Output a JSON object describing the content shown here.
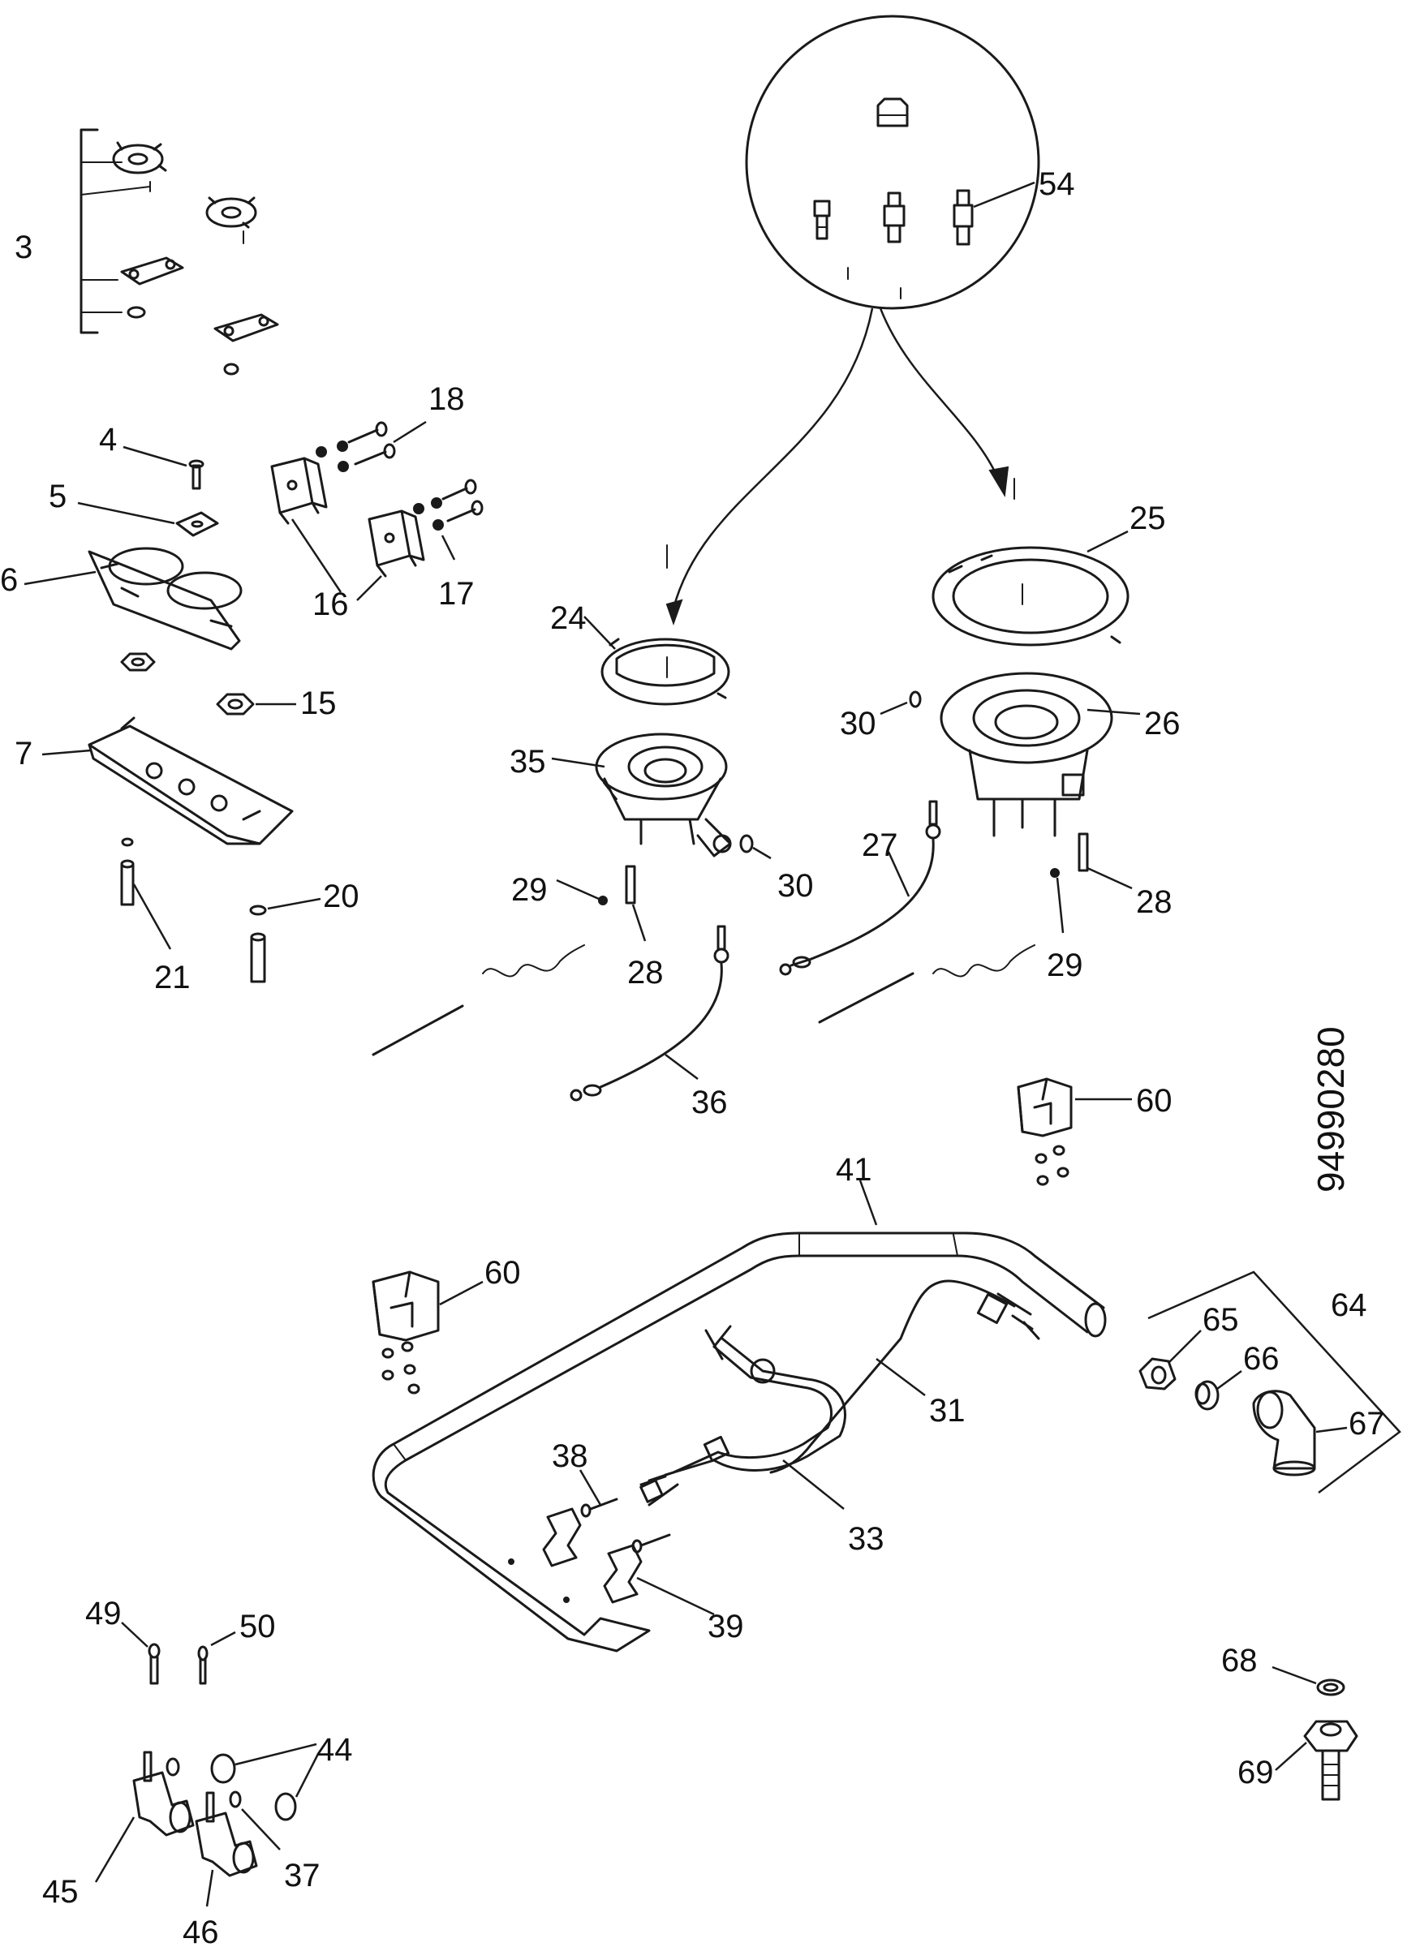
{
  "diagram": {
    "drawing_code": "94990280",
    "labels": [
      {
        "id": "l3",
        "text": "3"
      },
      {
        "id": "l4",
        "text": "4"
      },
      {
        "id": "l5",
        "text": "5"
      },
      {
        "id": "l6",
        "text": "6"
      },
      {
        "id": "l7",
        "text": "7"
      },
      {
        "id": "l15",
        "text": "15"
      },
      {
        "id": "l16",
        "text": "16"
      },
      {
        "id": "l17",
        "text": "17"
      },
      {
        "id": "l18",
        "text": "18"
      },
      {
        "id": "l20",
        "text": "20"
      },
      {
        "id": "l21",
        "text": "21"
      },
      {
        "id": "l24",
        "text": "24"
      },
      {
        "id": "l25",
        "text": "25"
      },
      {
        "id": "l26",
        "text": "26"
      },
      {
        "id": "l27",
        "text": "27"
      },
      {
        "id": "l28a",
        "text": "28"
      },
      {
        "id": "l28b",
        "text": "28"
      },
      {
        "id": "l29a",
        "text": "29"
      },
      {
        "id": "l29b",
        "text": "29"
      },
      {
        "id": "l30a",
        "text": "30"
      },
      {
        "id": "l30b",
        "text": "30"
      },
      {
        "id": "l31",
        "text": "31"
      },
      {
        "id": "l33",
        "text": "33"
      },
      {
        "id": "l35",
        "text": "35"
      },
      {
        "id": "l36",
        "text": "36"
      },
      {
        "id": "l37",
        "text": "37"
      },
      {
        "id": "l38",
        "text": "38"
      },
      {
        "id": "l39",
        "text": "39"
      },
      {
        "id": "l41",
        "text": "41"
      },
      {
        "id": "l44",
        "text": "44"
      },
      {
        "id": "l45",
        "text": "45"
      },
      {
        "id": "l46",
        "text": "46"
      },
      {
        "id": "l49",
        "text": "49"
      },
      {
        "id": "l50",
        "text": "50"
      },
      {
        "id": "l54",
        "text": "54"
      },
      {
        "id": "l60a",
        "text": "60"
      },
      {
        "id": "l60b",
        "text": "60"
      },
      {
        "id": "l64",
        "text": "64"
      },
      {
        "id": "l65",
        "text": "65"
      },
      {
        "id": "l66",
        "text": "66"
      },
      {
        "id": "l67",
        "text": "67"
      },
      {
        "id": "l68",
        "text": "68"
      },
      {
        "id": "l69",
        "text": "69"
      }
    ]
  }
}
